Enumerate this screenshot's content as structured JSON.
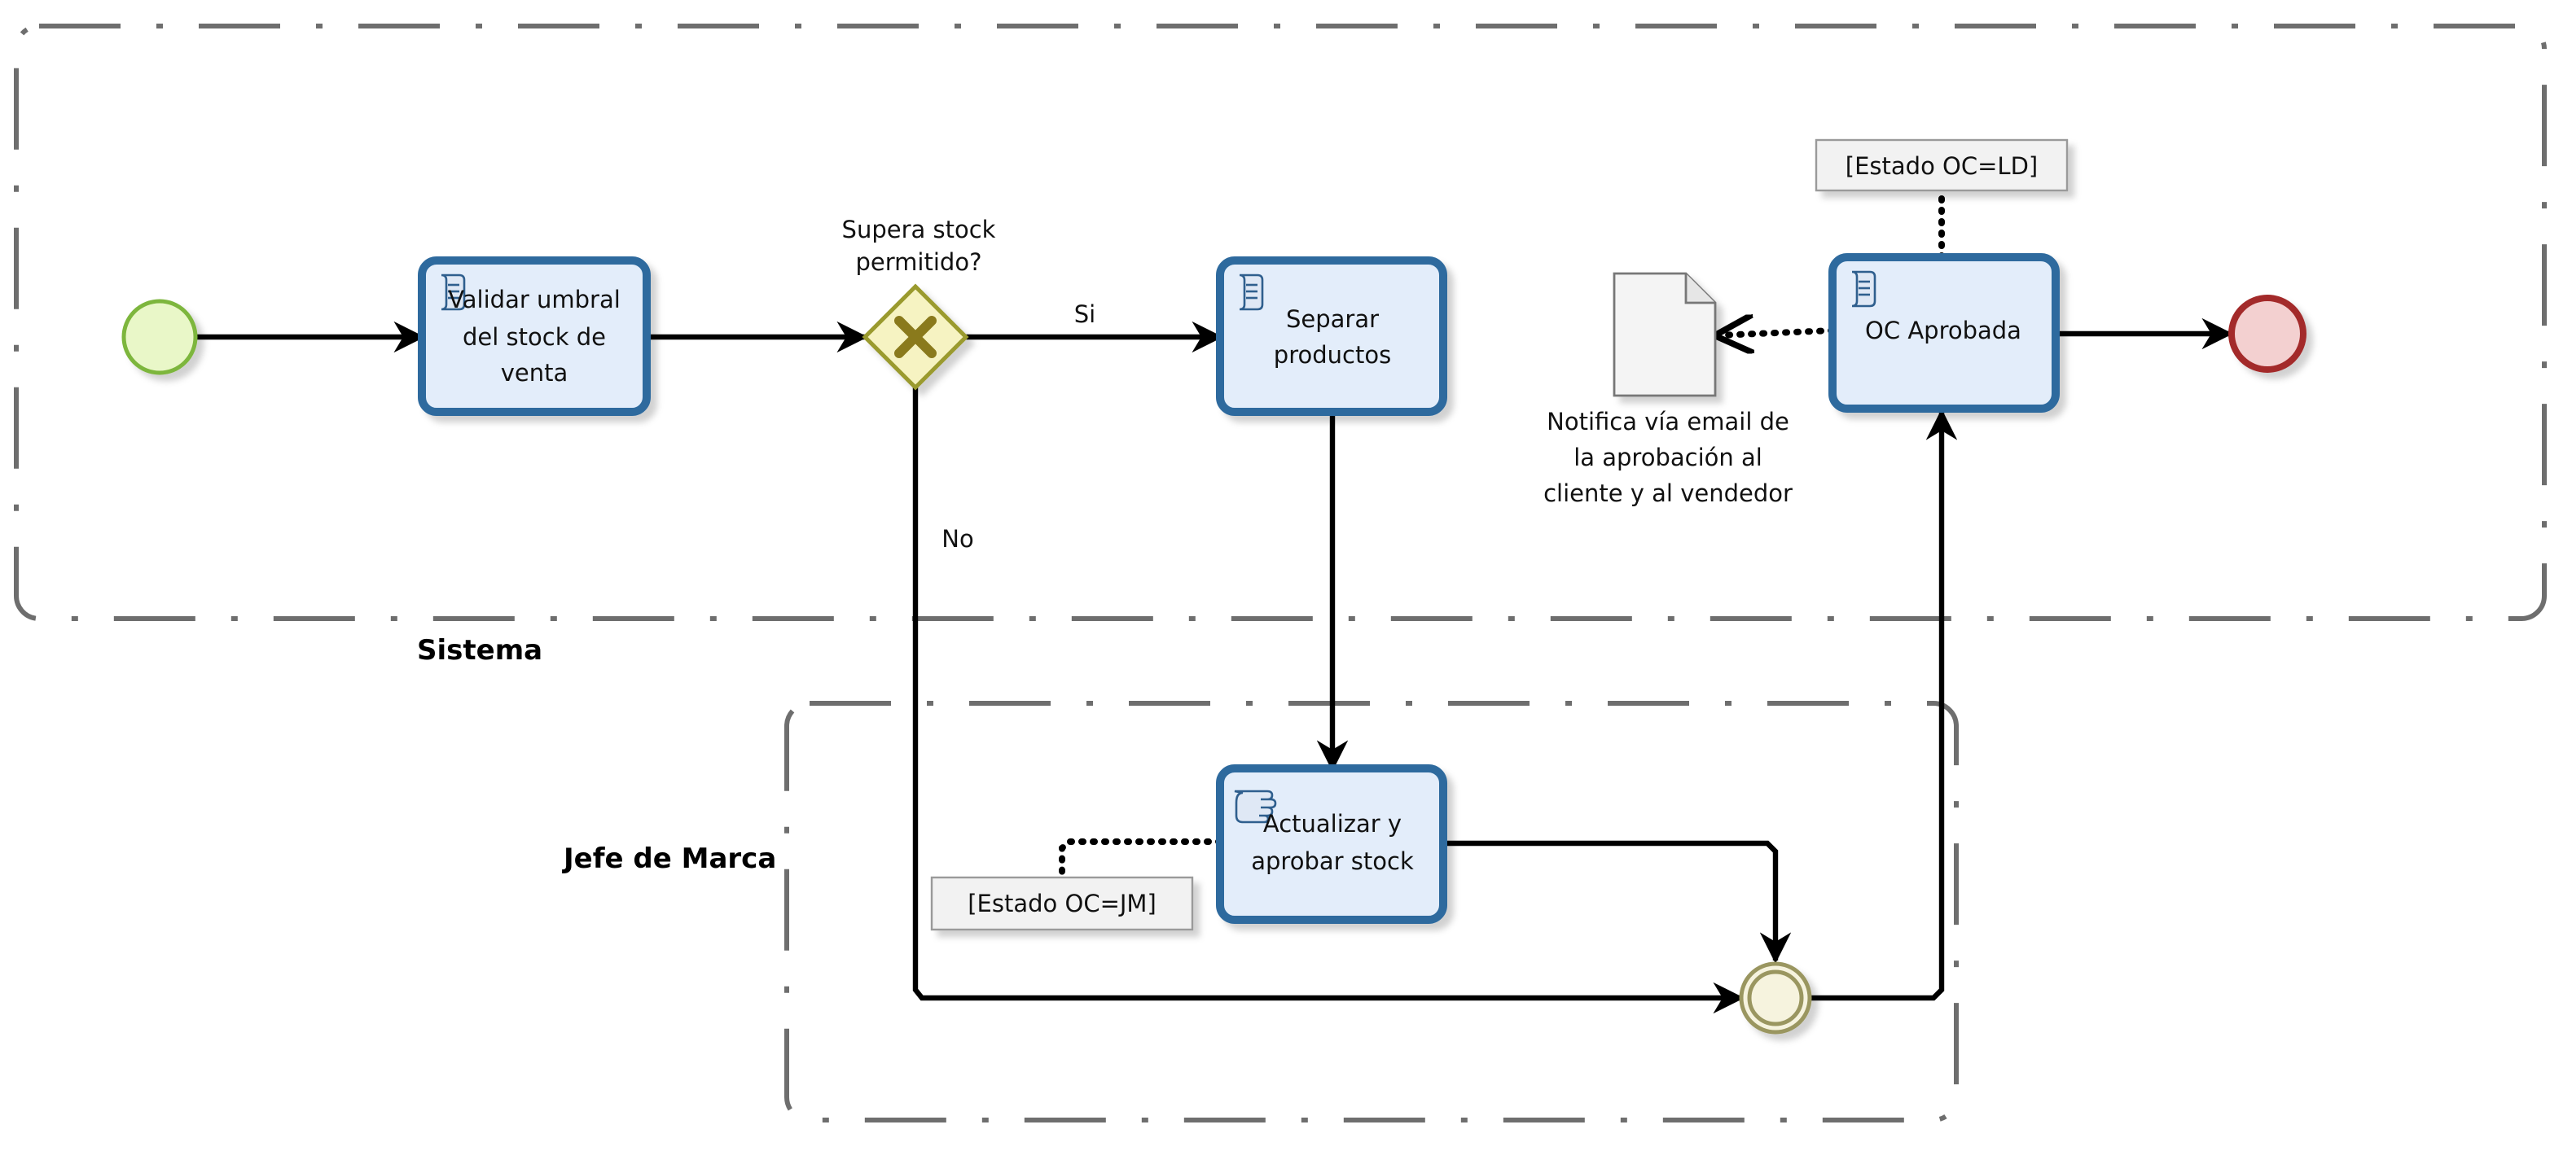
{
  "pools": [
    {
      "id": "sistema",
      "label": "Sistema"
    },
    {
      "id": "jefe",
      "label": "Jefe de Marca"
    }
  ],
  "events": [
    {
      "id": "start",
      "type": "start",
      "color": "#e9f7c8",
      "stroke": "#7db63c"
    },
    {
      "id": "end",
      "type": "end",
      "color": "#f3d0d0",
      "stroke": "#a32a2a"
    },
    {
      "id": "merge",
      "type": "intermediate",
      "color": "#f6f3de",
      "stroke": "#9a9660"
    }
  ],
  "tasks": [
    {
      "id": "validar",
      "type": "script",
      "lines": [
        "Validar umbral",
        "del stock de",
        "venta"
      ]
    },
    {
      "id": "separar",
      "type": "script",
      "lines": [
        "Separar",
        "productos"
      ]
    },
    {
      "id": "aprobada",
      "type": "script",
      "lines": [
        "OC Aprobada"
      ]
    },
    {
      "id": "actualizar",
      "type": "manual",
      "lines": [
        "Actualizar y",
        "aprobar stock"
      ]
    }
  ],
  "gateway": {
    "id": "gw",
    "type": "exclusive",
    "lines": [
      "Supera stock",
      "permitido?"
    ],
    "color": "#f6f3c2",
    "stroke": "#9a9a2e"
  },
  "flow_labels": {
    "yes": "Si",
    "no": "No"
  },
  "annotations": [
    {
      "id": "anno-ld",
      "text": "[Estado OC=LD]"
    },
    {
      "id": "anno-jm",
      "text": "[Estado OC=JM]"
    }
  ],
  "document": {
    "id": "doc",
    "lines": [
      "Notifica vía email de",
      "la aprobación al",
      "cliente y al vendedor"
    ]
  }
}
